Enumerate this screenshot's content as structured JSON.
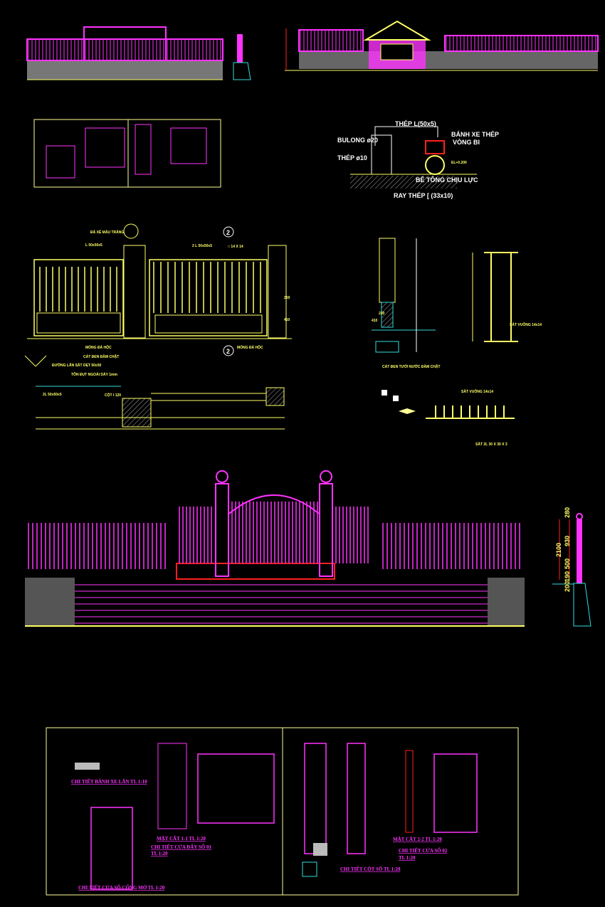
{
  "colors": {
    "background": "#000000",
    "fence": "#ff33ff",
    "gate_yellow": "#ffff66",
    "dimension_red": "#ff2020",
    "ground_cyan": "#33dddd",
    "frame_yellow": "#ffff99",
    "brick_gray": "#bbbbbb"
  },
  "wheel_detail": {
    "steel_angle": "THÉP L(50x5)",
    "bolt": "BULONG ø20",
    "steel_rod": "THÉP ø10",
    "wheel": "BÁNH XE THÉP",
    "bearing": "VÒNG BI",
    "concrete": "BÊ TÔNG CHỊU LỰC",
    "rail": "RAY THÉP [ (33x10)",
    "level": "EL+0.200"
  },
  "gate_elevation": {
    "stone_top": "ĐÁ XẺ MÀU TRẮNG",
    "angle_left": "L 50x50x5",
    "angle_right": "2 L 50x50x5",
    "square_bar": "□ 14 X 14",
    "section_marker": "2",
    "foundation_left": "MÓNG ĐÁ HỘC",
    "foundation_right": "MÓNG ĐÁ HỘC",
    "sand": "CÁT ĐEN ĐẦM CHẶT",
    "track": "ĐƯỜNG LĂN SẮT DẸT 50x50",
    "sheet": "TÔN ĐỤT NGOÀI DÀY 1mm",
    "angle_plan": "2L 50x50x5",
    "column": "CỘT I 120",
    "dim_250": "250",
    "dim_410": "410"
  },
  "column_detail": {
    "label_230": "230",
    "label_410": "410",
    "gravel": "CÁT ĐEN TƯỚI NƯỚC ĐẦM CHẶT"
  },
  "ornament_detail": {
    "square_bar": "SẮT VUÔNG 14x14",
    "square_bar_2": "SẮT VUÔNG 14x14",
    "angle": "SẮT 2L 30 X 30 X 3"
  },
  "fence_section": {
    "dims": [
      "280",
      "930",
      "500",
      "190",
      "200"
    ],
    "total": "2100"
  },
  "detail_sheet": {
    "title_1": "CHI TIẾT BÁNH XE LĂN TL 1:10",
    "title_2": "MẶT CẮT 1-1 TL 1:20",
    "title_3": "CHI TIẾT CỬA ĐẨY SỐ 01",
    "title_3_scale": "TL 1:20",
    "title_4": "CHI TIẾT CỬA SỐ CỔNG MỞ TL 1:20",
    "title_5": "MẶT CẮT 2-2 TL 1:20",
    "title_6": "CHI TIẾT CỬA SỐ 02",
    "title_6_scale": "TL 1:20",
    "title_7": "CHI TIẾT CỘT SỐ TL 1:20"
  }
}
